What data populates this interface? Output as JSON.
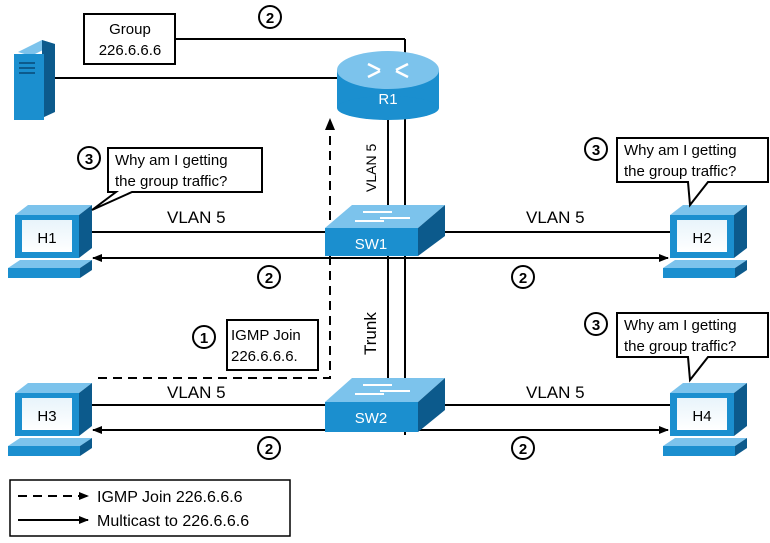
{
  "group_box": {
    "line1": "Group",
    "line2": "226.6.6.6"
  },
  "router": {
    "label": "R1"
  },
  "switches": {
    "sw1": "SW1",
    "sw2": "SW2"
  },
  "hosts": {
    "h1": "H1",
    "h2": "H2",
    "h3": "H3",
    "h4": "H4"
  },
  "links": {
    "r1_sw1": "VLAN 5",
    "h1_sw1": "VLAN 5",
    "sw1_h2": "VLAN 5",
    "h3_sw2": "VLAN 5",
    "sw2_h4": "VLAN 5",
    "trunk": "Trunk"
  },
  "steps": {
    "one": "1",
    "two": "2",
    "three": "3"
  },
  "igmp_box": {
    "line1": "IGMP Join",
    "line2": "226.6.6.6."
  },
  "callout": {
    "line1": "Why am I getting",
    "line2": "the group traffic?"
  },
  "legend": {
    "igmp": "IGMP Join 226.6.6.6",
    "multicast": "Multicast to 226.6.6.6"
  },
  "colors": {
    "device_blue": "#1b8fcf",
    "device_dark": "#0c5a8c",
    "device_light": "#7cc3ec"
  }
}
